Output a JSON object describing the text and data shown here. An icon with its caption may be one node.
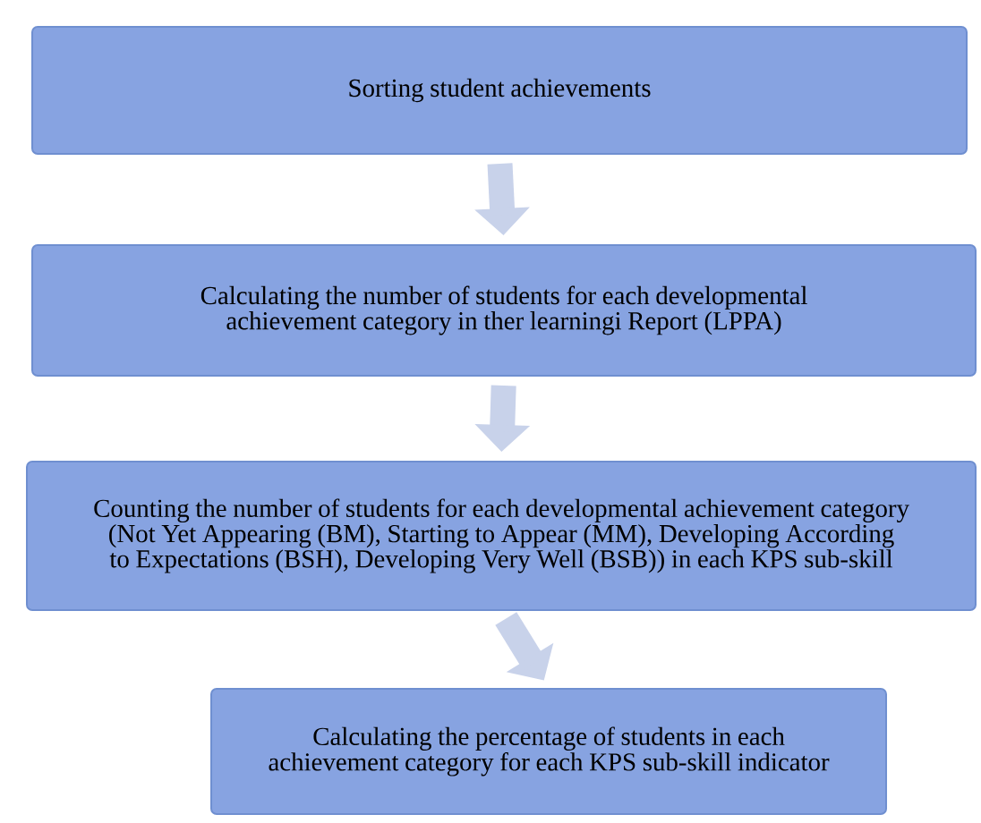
{
  "diagram": {
    "nodes": [
      {
        "text": [
          "Sorting student achievements"
        ]
      },
      {
        "text": [
          "Calculating the number of students for each developmental achievement category in ther learningi Report (LPPA)"
        ]
      },
      {
        "text": [
          "Counting the number of students for each developmental achievement category (Not Yet Appearing (BM), Starting to Appear (MM), Developing According to Expectations (BSH), Developing Very Well (BSB)) in each KPS sub-skill"
        ]
      },
      {
        "text": [
          "Calculating the percentage of students in each achievement category for each KPS sub-skill indicator"
        ]
      }
    ],
    "edges": [
      {
        "from": 0,
        "to": 1,
        "arrow": "to"
      },
      {
        "from": 1,
        "to": 2,
        "arrow": "to"
      },
      {
        "from": 2,
        "to": 3,
        "arrow": "to"
      }
    ]
  }
}
